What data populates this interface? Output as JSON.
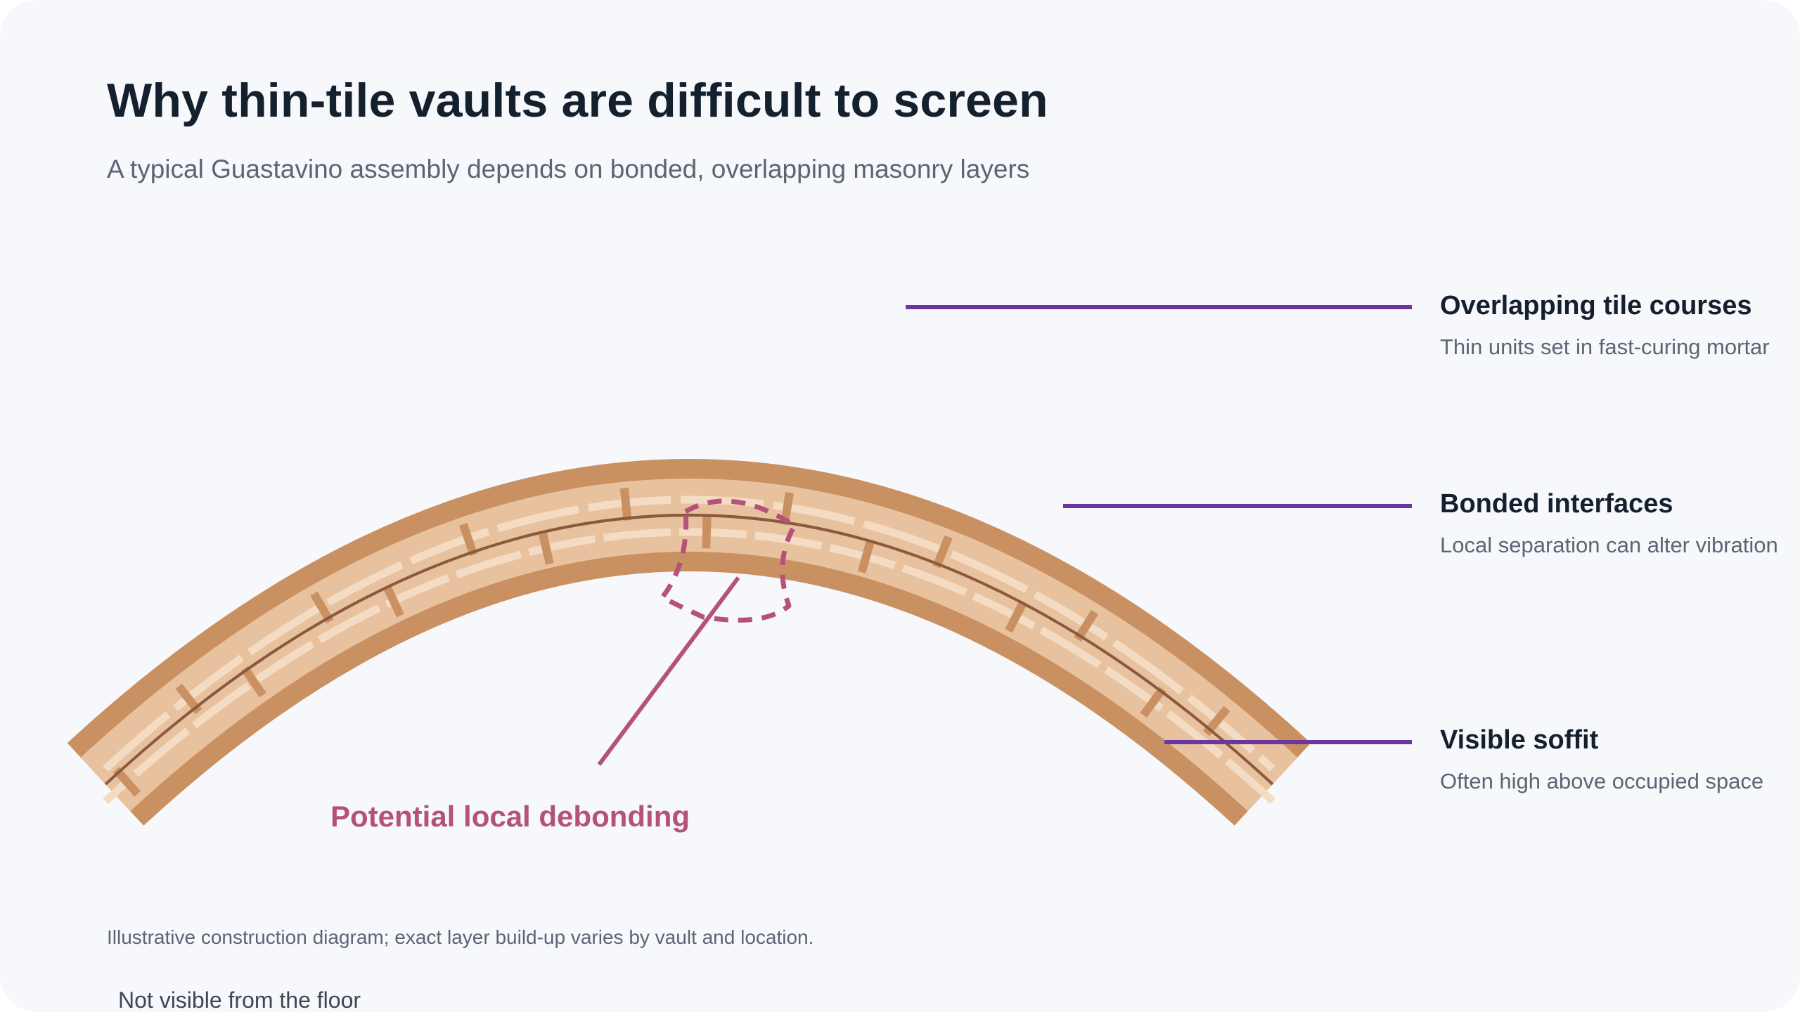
{
  "header": {
    "title": "Why thin-tile vaults are difficult to screen",
    "subtitle": "A typical Guastavino assembly depends on bonded, overlapping masonry layers"
  },
  "callouts": [
    {
      "title": "Overlapping tile courses",
      "description": "Thin units set in fast-curing mortar"
    },
    {
      "title": "Bonded interfaces",
      "description": "Local separation can alter vibration"
    },
    {
      "title": "Visible soffit",
      "description": "Often high above occupied space"
    }
  ],
  "annotation": {
    "label": "Potential local debonding"
  },
  "footnote": "Illustrative construction diagram; exact layer build-up varies by vault and location.",
  "bottom_note": "Not visible from the floor",
  "colors": {
    "background": "#f7f8fc",
    "vault_outer": "#c99162",
    "tile_course": "#e8c29f",
    "tile_highlight": "#f3dcc3",
    "mortar_line": "#8a5a3c",
    "callout_line": "#6c35a0",
    "debond_accent": "#b4527a",
    "title_text": "#15202e",
    "body_text": "#5b6573"
  }
}
